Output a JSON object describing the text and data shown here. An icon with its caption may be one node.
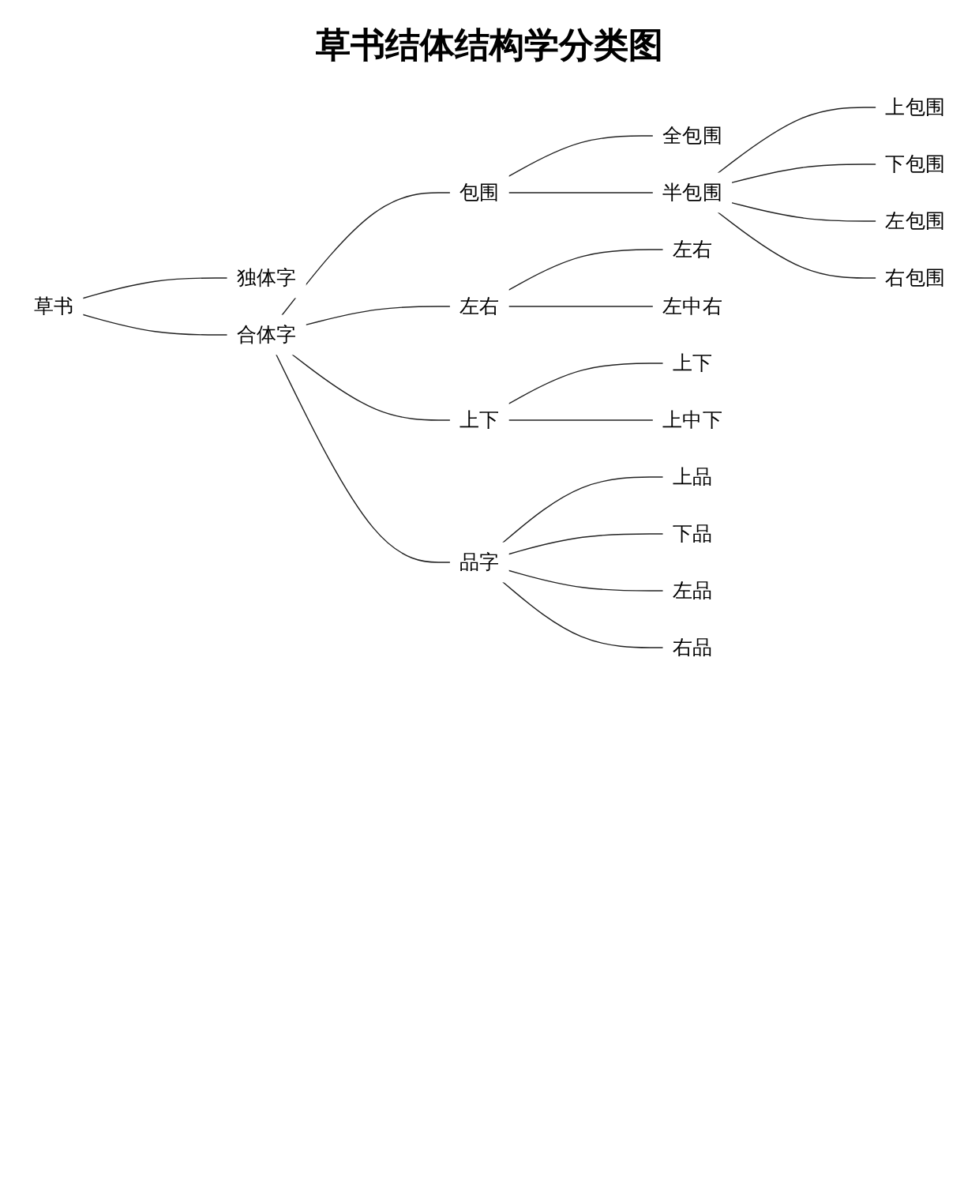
{
  "diagram": {
    "title": "草书结体结构学分类图",
    "nodes": [
      {
        "text": [
          "草书"
        ]
      },
      {
        "text": [
          "独体字"
        ]
      },
      {
        "text": [
          "合体字"
        ]
      },
      {
        "text": [
          "包围"
        ]
      },
      {
        "text": [
          "全包围"
        ]
      },
      {
        "text": [
          "半包围"
        ]
      },
      {
        "text": [
          "上包围"
        ]
      },
      {
        "text": [
          "下包围"
        ]
      },
      {
        "text": [
          "左包围"
        ]
      },
      {
        "text": [
          "右包围"
        ]
      },
      {
        "text": [
          "左右"
        ]
      },
      {
        "text": [
          "左右"
        ]
      },
      {
        "text": [
          "左中右"
        ]
      },
      {
        "text": [
          "上下"
        ]
      },
      {
        "text": [
          "上下"
        ]
      },
      {
        "text": [
          "上中下"
        ]
      },
      {
        "text": [
          "品字"
        ]
      },
      {
        "text": [
          "上品"
        ]
      },
      {
        "text": [
          "下品"
        ]
      },
      {
        "text": [
          "左品"
        ]
      },
      {
        "text": [
          "右品"
        ]
      }
    ],
    "edges": [
      {
        "from": 0,
        "to": 1,
        "arrow": "none"
      },
      {
        "from": 0,
        "to": 2,
        "arrow": "none"
      },
      {
        "from": 2,
        "to": 3,
        "arrow": "none"
      },
      {
        "from": 3,
        "to": 4,
        "arrow": "none"
      },
      {
        "from": 3,
        "to": 5,
        "arrow": "none"
      },
      {
        "from": 5,
        "to": 6,
        "arrow": "none"
      },
      {
        "from": 5,
        "to": 7,
        "arrow": "none"
      },
      {
        "from": 5,
        "to": 8,
        "arrow": "none"
      },
      {
        "from": 5,
        "to": 9,
        "arrow": "none"
      },
      {
        "from": 2,
        "to": 10,
        "arrow": "none"
      },
      {
        "from": 10,
        "to": 11,
        "arrow": "none"
      },
      {
        "from": 10,
        "to": 12,
        "arrow": "none"
      },
      {
        "from": 2,
        "to": 13,
        "arrow": "none"
      },
      {
        "from": 13,
        "to": 14,
        "arrow": "none"
      },
      {
        "from": 13,
        "to": 15,
        "arrow": "none"
      },
      {
        "from": 2,
        "to": 16,
        "arrow": "none"
      },
      {
        "from": 16,
        "to": 17,
        "arrow": "none"
      },
      {
        "from": 16,
        "to": 18,
        "arrow": "none"
      },
      {
        "from": 16,
        "to": 19,
        "arrow": "none"
      },
      {
        "from": 16,
        "to": 20,
        "arrow": "none"
      }
    ]
  }
}
